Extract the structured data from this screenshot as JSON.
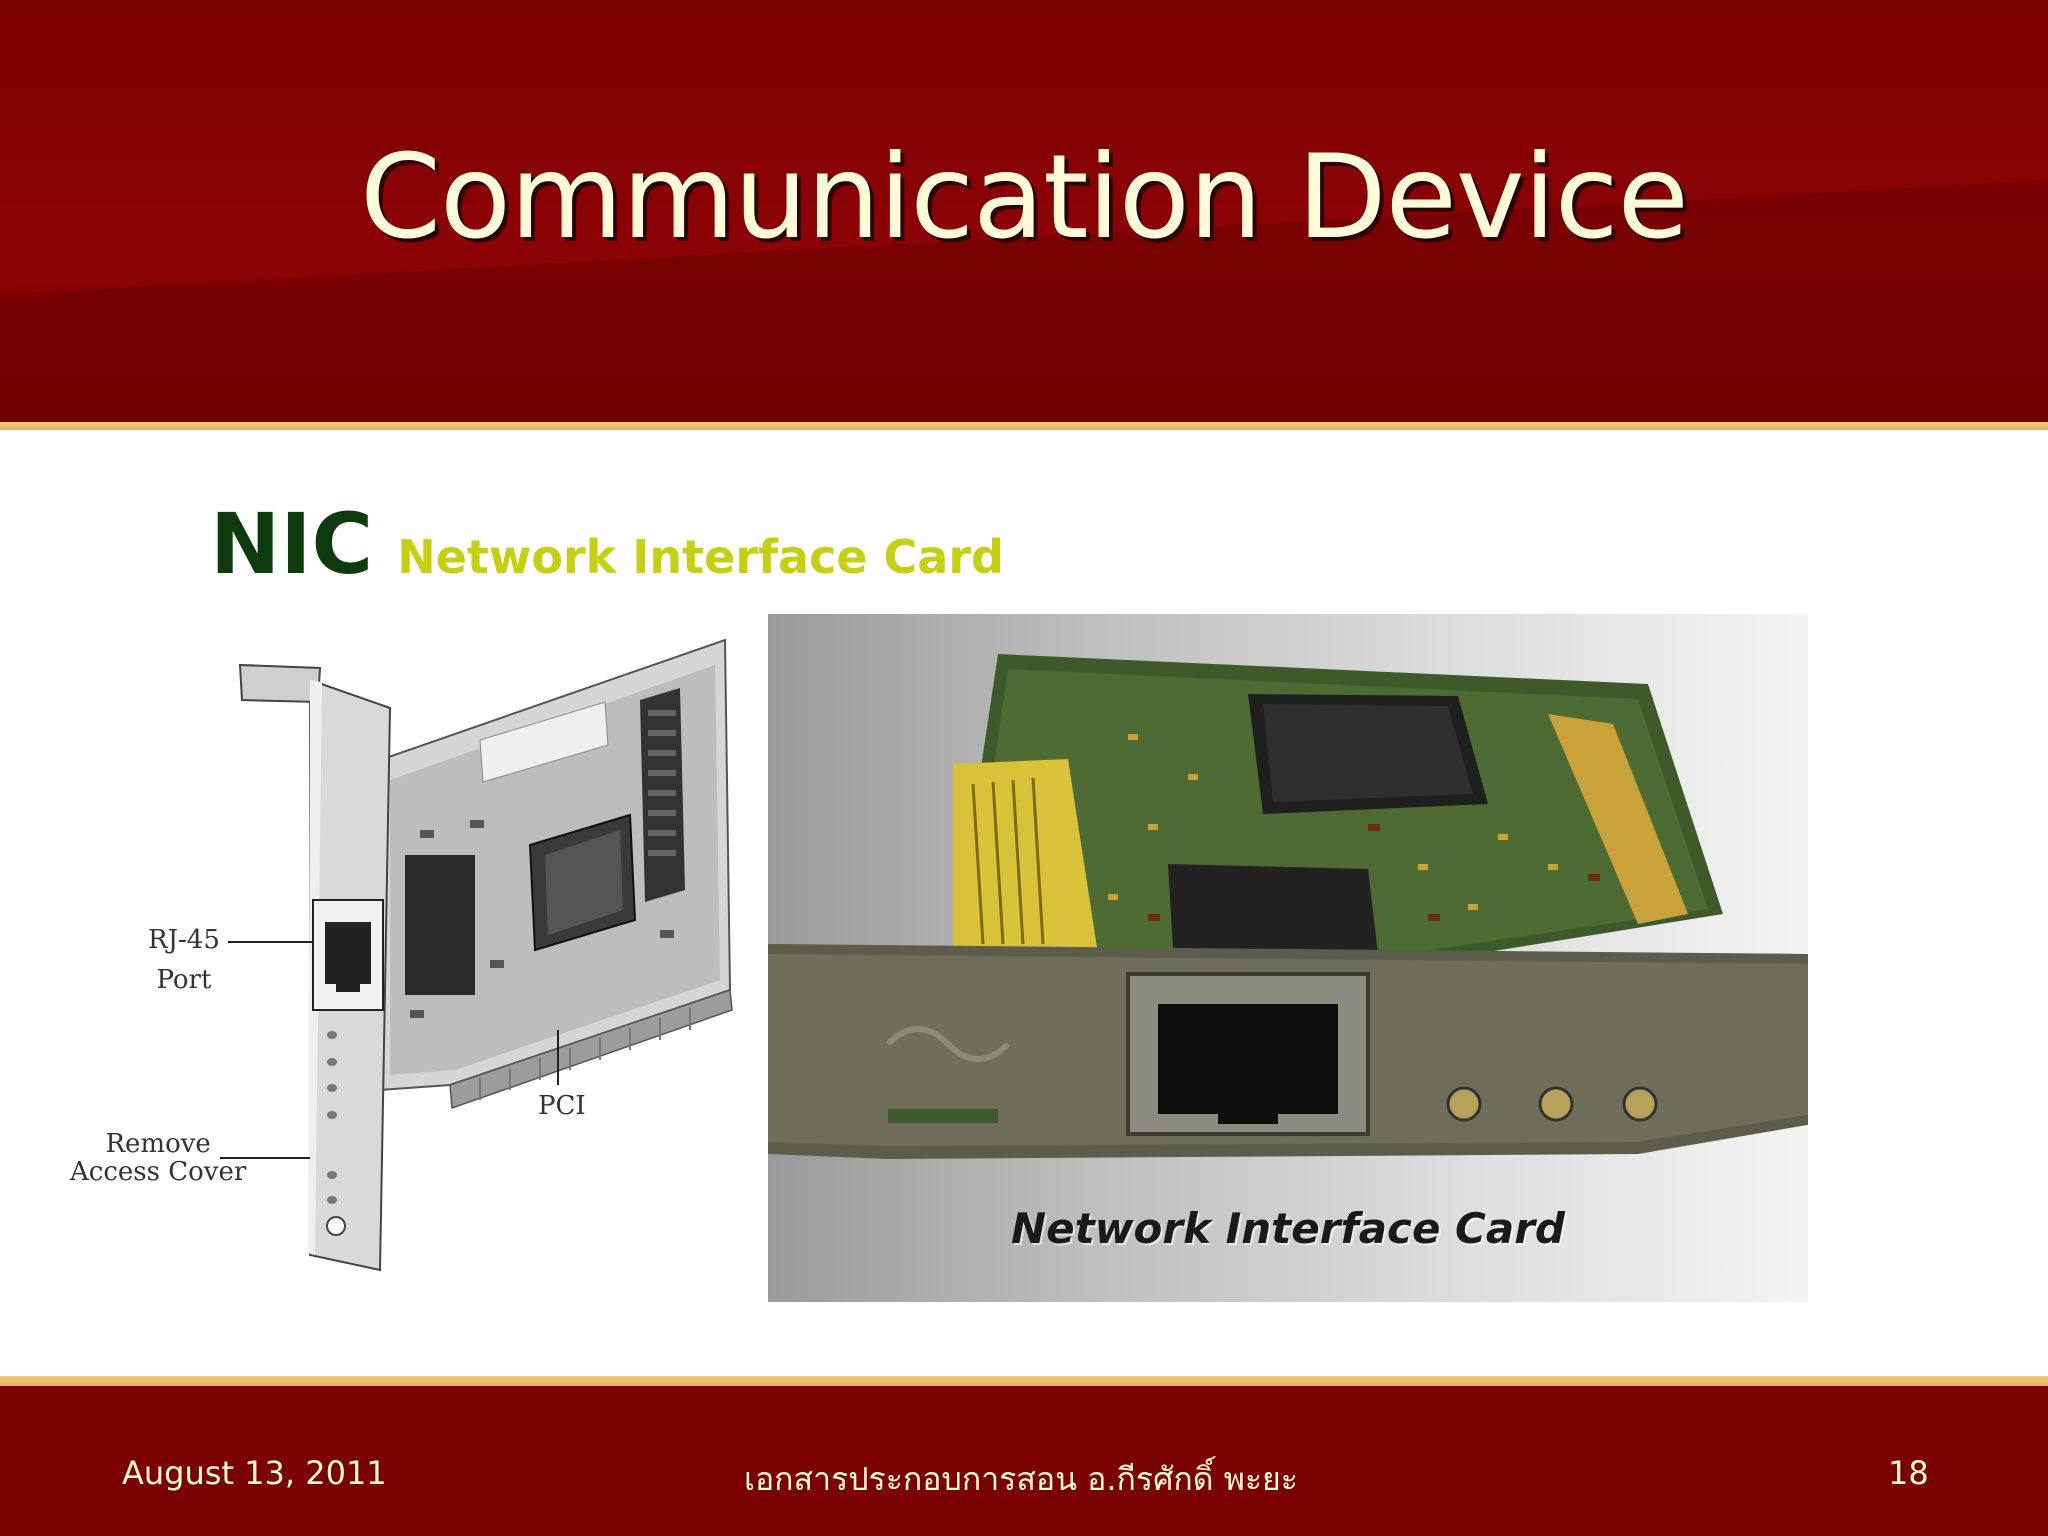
{
  "slide": {
    "title": "Communication Device",
    "acronym": "NIC",
    "expansion": "Network Interface Card"
  },
  "diagram": {
    "callouts": {
      "rj45": "RJ-45",
      "port": "Port",
      "pci": "PCI",
      "remove": "Remove",
      "access_cover": "Access Cover"
    }
  },
  "photo": {
    "caption": "Network Interface Card"
  },
  "footer": {
    "date": "August 13, 2011",
    "author": "เอกสารประกอบการสอน อ.กีรศักดิ์ พะยะ",
    "page_number": "18"
  },
  "colors": {
    "header_bg": "#7a0002",
    "accent_gold": "#e7b25c",
    "title_text": "#fefbd8",
    "acronym_green": "#0d3b0d",
    "expansion_yellow": "#c5cf14"
  }
}
